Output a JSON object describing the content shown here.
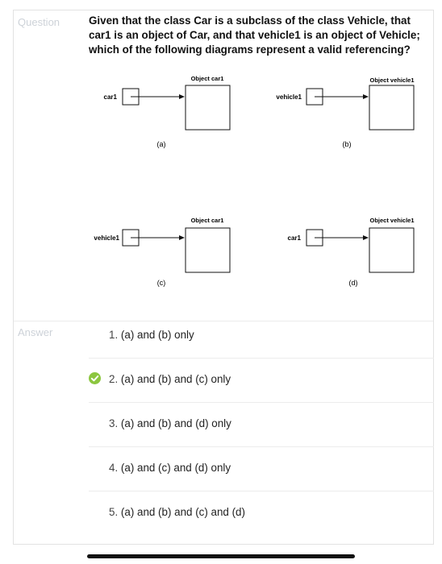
{
  "question": {
    "label": "Question",
    "text": "Given that the class Car is a subclass of the class Vehicle, that car1 is an object of Car, and that vehicle1 is an object of Vehicle; which of the following diagrams represent a valid referencing?"
  },
  "diagrams": [
    {
      "variable": "car1",
      "object_label": "Object car1",
      "caption": "(a)"
    },
    {
      "variable": "vehicle1",
      "object_label": "Object vehicle1",
      "caption": "(b)"
    },
    {
      "variable": "vehicle1",
      "object_label": "Object car1",
      "caption": "(c)"
    },
    {
      "variable": "car1",
      "object_label": "Object vehicle1",
      "caption": "(d)"
    }
  ],
  "answer": {
    "label": "Answer",
    "options": [
      {
        "number": "1.",
        "text": "(a) and (b) only",
        "selected": false
      },
      {
        "number": "2.",
        "text": "(a) and (b) and (c) only",
        "selected": true
      },
      {
        "number": "3.",
        "text": "(a) and (b) and (d) only",
        "selected": false
      },
      {
        "number": "4.",
        "text": "(a) and (c) and (d) only",
        "selected": false
      },
      {
        "number": "5.",
        "text": "(a) and (b) and (c) and (d)",
        "selected": false
      }
    ]
  },
  "colors": {
    "check": "#8cc63f",
    "label": "#cdd2d8"
  }
}
